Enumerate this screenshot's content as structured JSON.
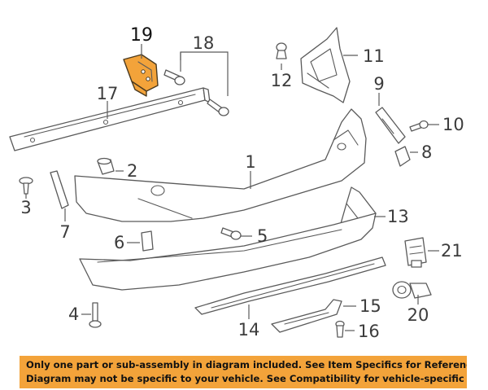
{
  "callouts": {
    "c1": "1",
    "c2": "2",
    "c3": "3",
    "c4": "4",
    "c5": "5",
    "c6": "6",
    "c7": "7",
    "c8": "8",
    "c9": "9",
    "c10": "10",
    "c11": "11",
    "c12": "12",
    "c13": "13",
    "c14": "14",
    "c15": "15",
    "c16": "16",
    "c17": "17",
    "c18": "18",
    "c19": "19",
    "c20": "20",
    "c21": "21"
  },
  "highlight_color": "#f3a33a",
  "notice": {
    "line1": "Only one part or sub-assembly in diagram included. See Item Specifics for Reference #.",
    "line2": "Diagram may not be specific to your vehicle. See Compatibility for vehicle-specific diagrams."
  }
}
